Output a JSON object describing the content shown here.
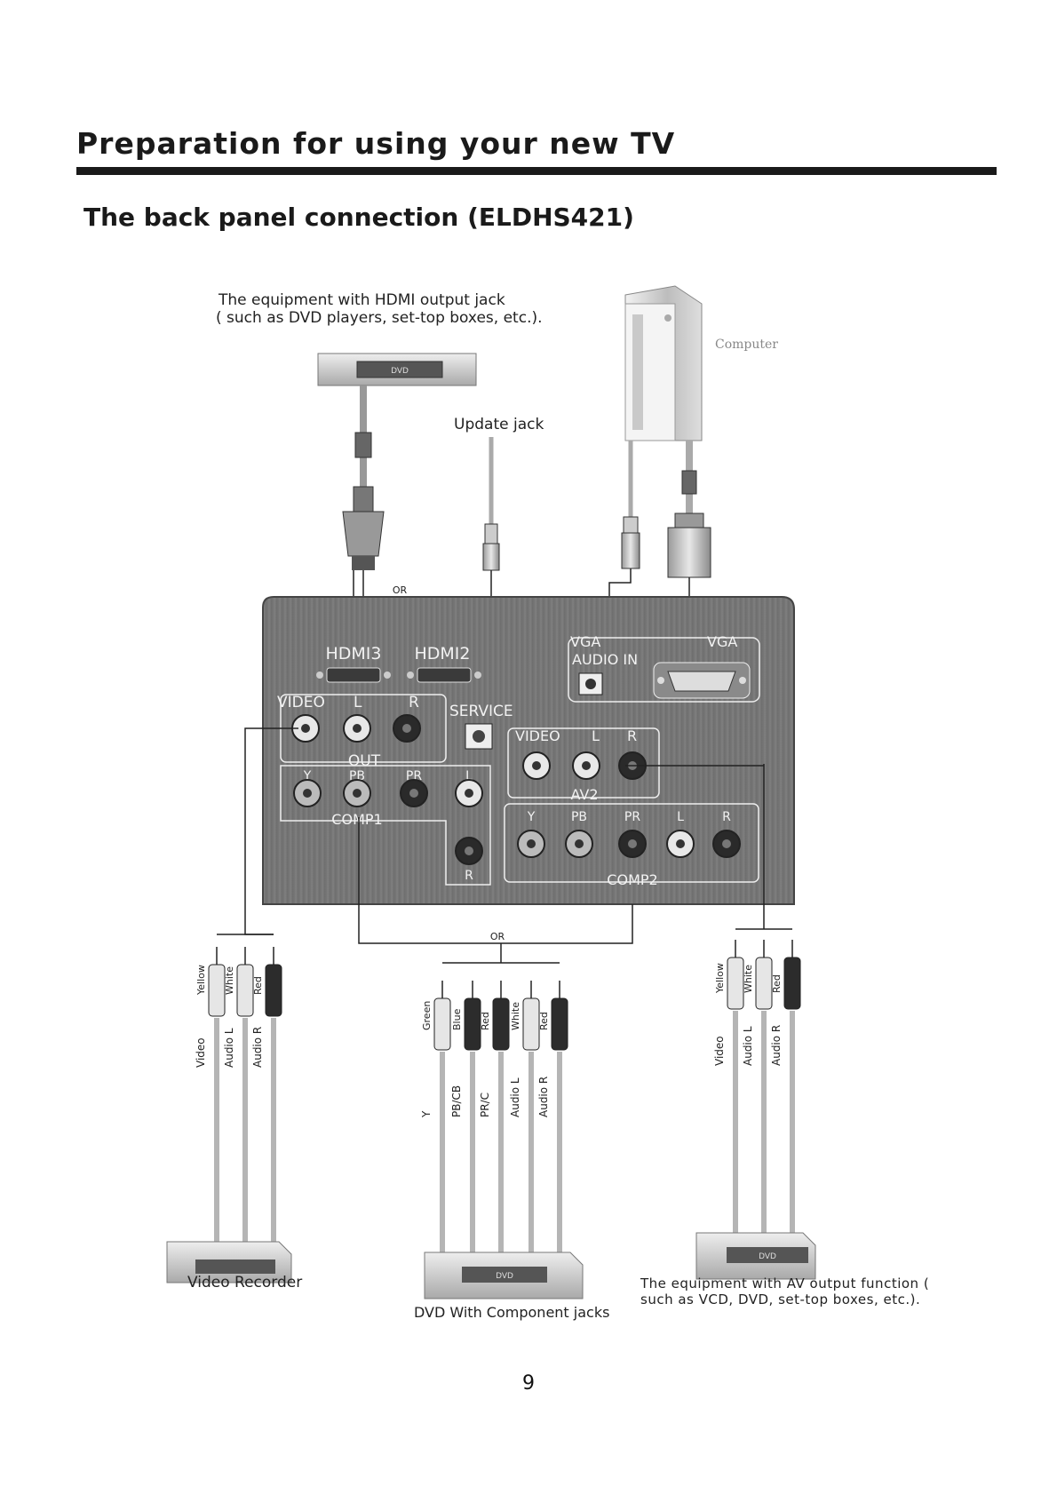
{
  "header": {
    "title": "Preparation for using your new TV",
    "subtitle": "The back panel connection (ELDHS421)"
  },
  "captions": {
    "hdmi_equipment_line1": "The equipment with HDMI output jack",
    "hdmi_equipment_line2": "( such as DVD players, set-top boxes, etc.).",
    "computer": "Computer",
    "update_jack": "Update jack",
    "or_top": "OR",
    "or_bottom": "OR",
    "video_recorder": "Video Recorder",
    "dvd_component": "DVD With  Component jacks",
    "av_equipment_line1": "The equipment with AV output function (",
    "av_equipment_line2": "such as VCD, DVD, set-top boxes, etc.)."
  },
  "panel": {
    "hdmi3": "HDMI3",
    "hdmi2": "HDMI2",
    "vga_top": "VGA",
    "vga_right": "VGA",
    "audio_in": "AUDIO IN",
    "video_out": "VIDEO",
    "out_l": "L",
    "out_r": "R",
    "out": "OUT",
    "service": "SERVICE",
    "av2_video": "VIDEO",
    "av2_l": "L",
    "av2_r": "R",
    "av2": "AV2",
    "comp1_y": "Y",
    "comp1_pb": "PB",
    "comp1_pr": "PR",
    "comp1_l": "L",
    "comp1_r": "R",
    "comp1": "COMP1",
    "comp2_y": "Y",
    "comp2_pb": "PB",
    "comp2_pr": "PR",
    "comp2_l": "L",
    "comp2_r": "R",
    "comp2": "COMP2"
  },
  "cables": {
    "left": {
      "colors": [
        "Yellow",
        "White",
        "Red"
      ],
      "signals": [
        "Video",
        "Audio L",
        "Audio R"
      ]
    },
    "middle": {
      "colors": [
        "Green",
        "Blue",
        "Red",
        "White",
        "Red"
      ],
      "signals": [
        "Y",
        "PB/CB",
        "PR/C",
        "Audio L",
        "Audio R"
      ]
    },
    "right": {
      "colors": [
        "Yellow",
        "White",
        "Red"
      ],
      "signals": [
        "Video",
        "Audio L",
        "Audio R"
      ]
    }
  },
  "dvd_logo": "DVD",
  "page_number": "9",
  "colors": {
    "panel": "#707070",
    "panel_label": "#f2f2f2",
    "yellow_jack": "#e8e8e8",
    "red_jack": "#2a2a2a",
    "rule": "#1a1a1a"
  }
}
